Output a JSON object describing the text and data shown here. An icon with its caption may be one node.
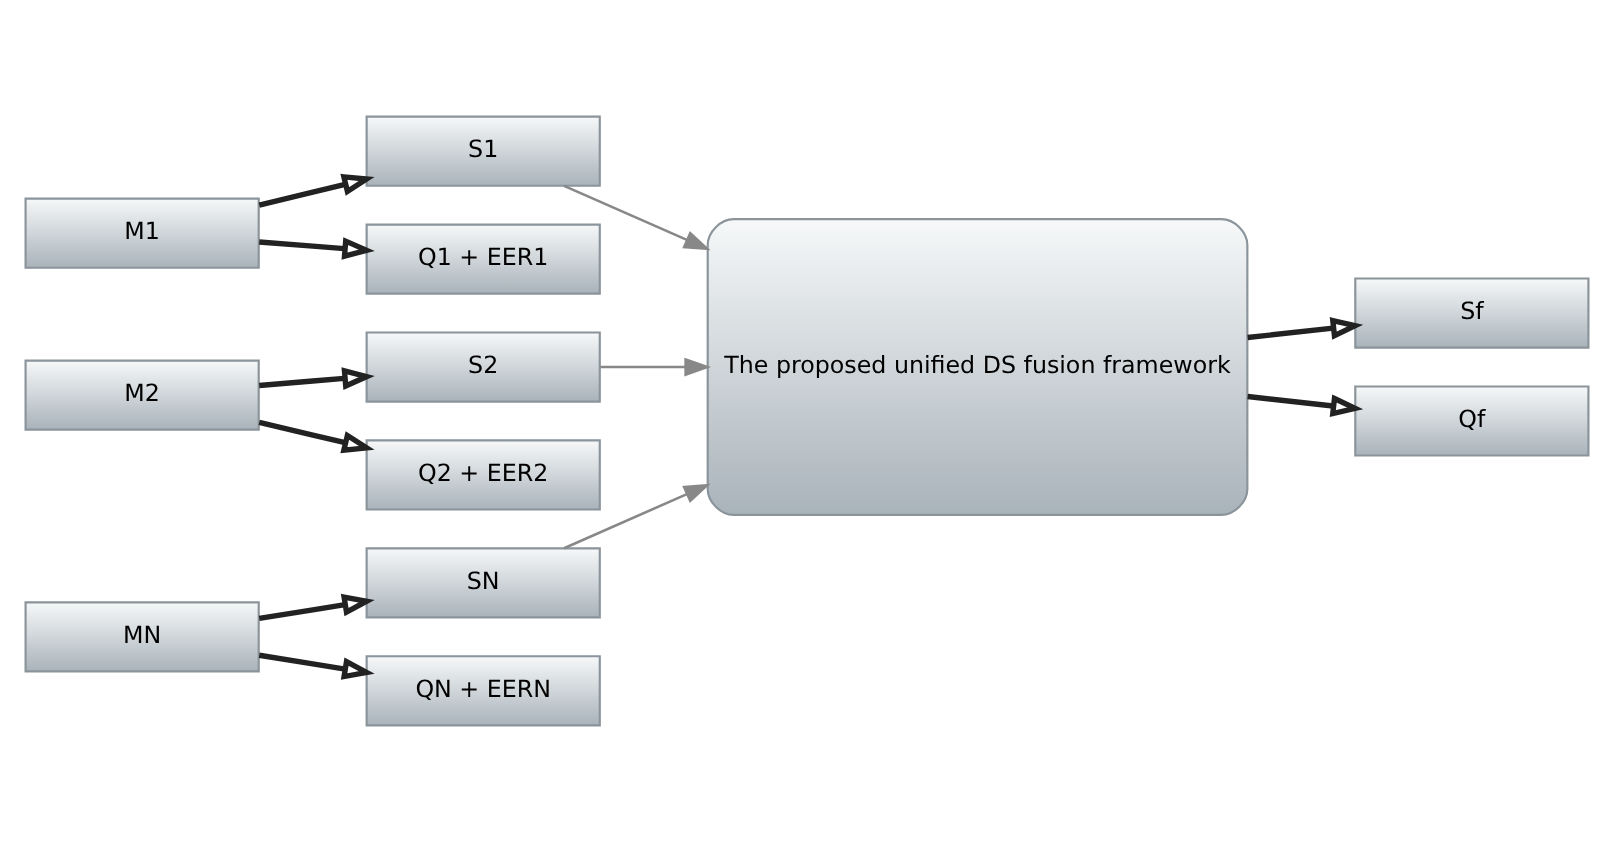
{
  "diagram": {
    "nodes": [
      {
        "text": [
          "M1"
        ]
      },
      {
        "text": [
          "S1"
        ]
      },
      {
        "text": [
          "Q1 + EER1"
        ]
      },
      {
        "text": [
          "M2"
        ]
      },
      {
        "text": [
          "S2"
        ]
      },
      {
        "text": [
          "Q2 + EER2"
        ]
      },
      {
        "text": [
          "MN"
        ]
      },
      {
        "text": [
          "SN"
        ]
      },
      {
        "text": [
          "QN + EERN"
        ]
      },
      {
        "text": [
          "The proposed unified DS fusion framework"
        ]
      },
      {
        "text": [
          "Sf"
        ]
      },
      {
        "text": [
          "Qf"
        ]
      }
    ],
    "edges": [
      {
        "from": 0,
        "to": 1,
        "arrow": "to"
      },
      {
        "from": 0,
        "to": 2,
        "arrow": "to"
      },
      {
        "from": 3,
        "to": 4,
        "arrow": "to"
      },
      {
        "from": 3,
        "to": 5,
        "arrow": "to"
      },
      {
        "from": 6,
        "to": 7,
        "arrow": "to"
      },
      {
        "from": 6,
        "to": 8,
        "arrow": "to"
      },
      {
        "from": 1,
        "to": 9,
        "arrow": "to",
        "color": "#888888"
      },
      {
        "from": 4,
        "to": 9,
        "arrow": "to",
        "color": "#888888"
      },
      {
        "from": 7,
        "to": 9,
        "arrow": "to",
        "color": "#888888"
      },
      {
        "from": 9,
        "to": 10,
        "arrow": "to"
      },
      {
        "from": 9,
        "to": 11,
        "arrow": "to"
      }
    ]
  }
}
